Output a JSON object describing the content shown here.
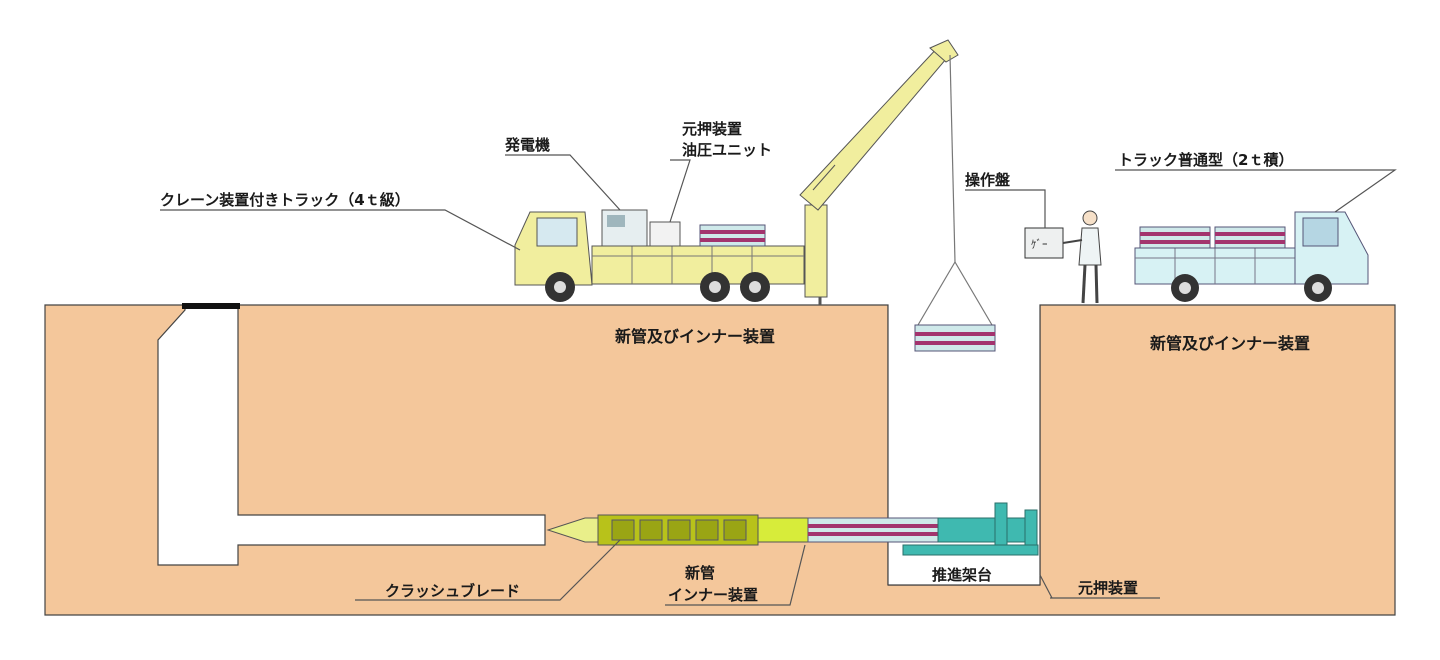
{
  "labels": {
    "crane_truck": "クレーン装置付きトラック（4ｔ級）",
    "generator": "発電機",
    "hydraulic_line1": "元押装置",
    "hydraulic_line2": "油圧ユニット",
    "control_panel": "操作盤",
    "small_truck": "トラック普通型（2ｔ積）",
    "new_pipe_left": "新管及びインナー装置",
    "new_pipe_right": "新管及びインナー装置",
    "crush_blade": "クラッシュブレード",
    "new_pipe_bottom_line1": "新管",
    "new_pipe_bottom_line2": "インナー装置",
    "jack_frame": "推進架台",
    "main_pusher": "元押装置"
  },
  "colors": {
    "ground": "#f4c79b",
    "crane_truck": "#f1ee9e",
    "small_truck": "#d7f2f4",
    "pipe_band": "#a3346e",
    "crush_blade": "#b8c21a",
    "pusher": "#3fb9b0"
  }
}
